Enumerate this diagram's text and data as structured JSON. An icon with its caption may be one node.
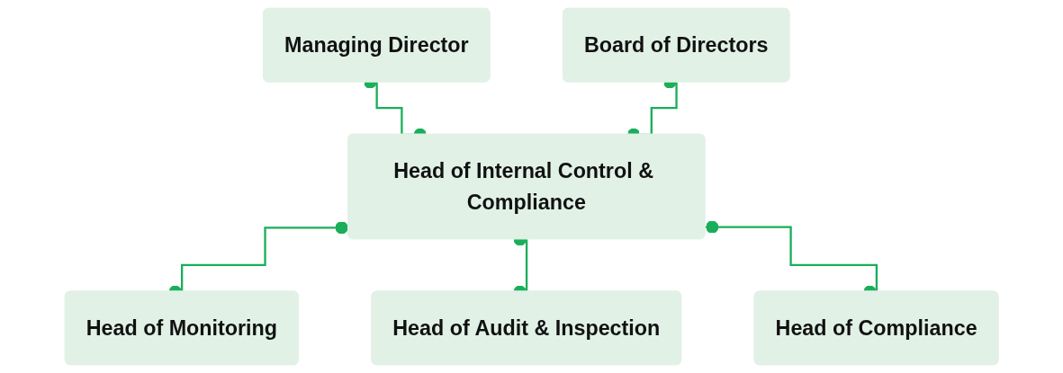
{
  "diagram": {
    "nodes": [
      {
        "text": [
          "Managing Director"
        ]
      },
      {
        "text": [
          "Board of Directors"
        ]
      },
      {
        "text": [
          "Head of Internal Control & Compliance"
        ]
      },
      {
        "text": [
          "Head of Monitoring"
        ]
      },
      {
        "text": [
          "Head of Audit & Inspection"
        ]
      },
      {
        "text": [
          "Head of Compliance"
        ]
      }
    ],
    "edges": [
      {
        "from": 0,
        "to": 2,
        "arrow": "other"
      },
      {
        "from": 1,
        "to": 2,
        "arrow": "other"
      },
      {
        "from": 2,
        "to": 3,
        "arrow": "other"
      },
      {
        "from": 2,
        "to": 4,
        "arrow": "other"
      },
      {
        "from": 2,
        "to": 5,
        "arrow": "other"
      }
    ]
  }
}
